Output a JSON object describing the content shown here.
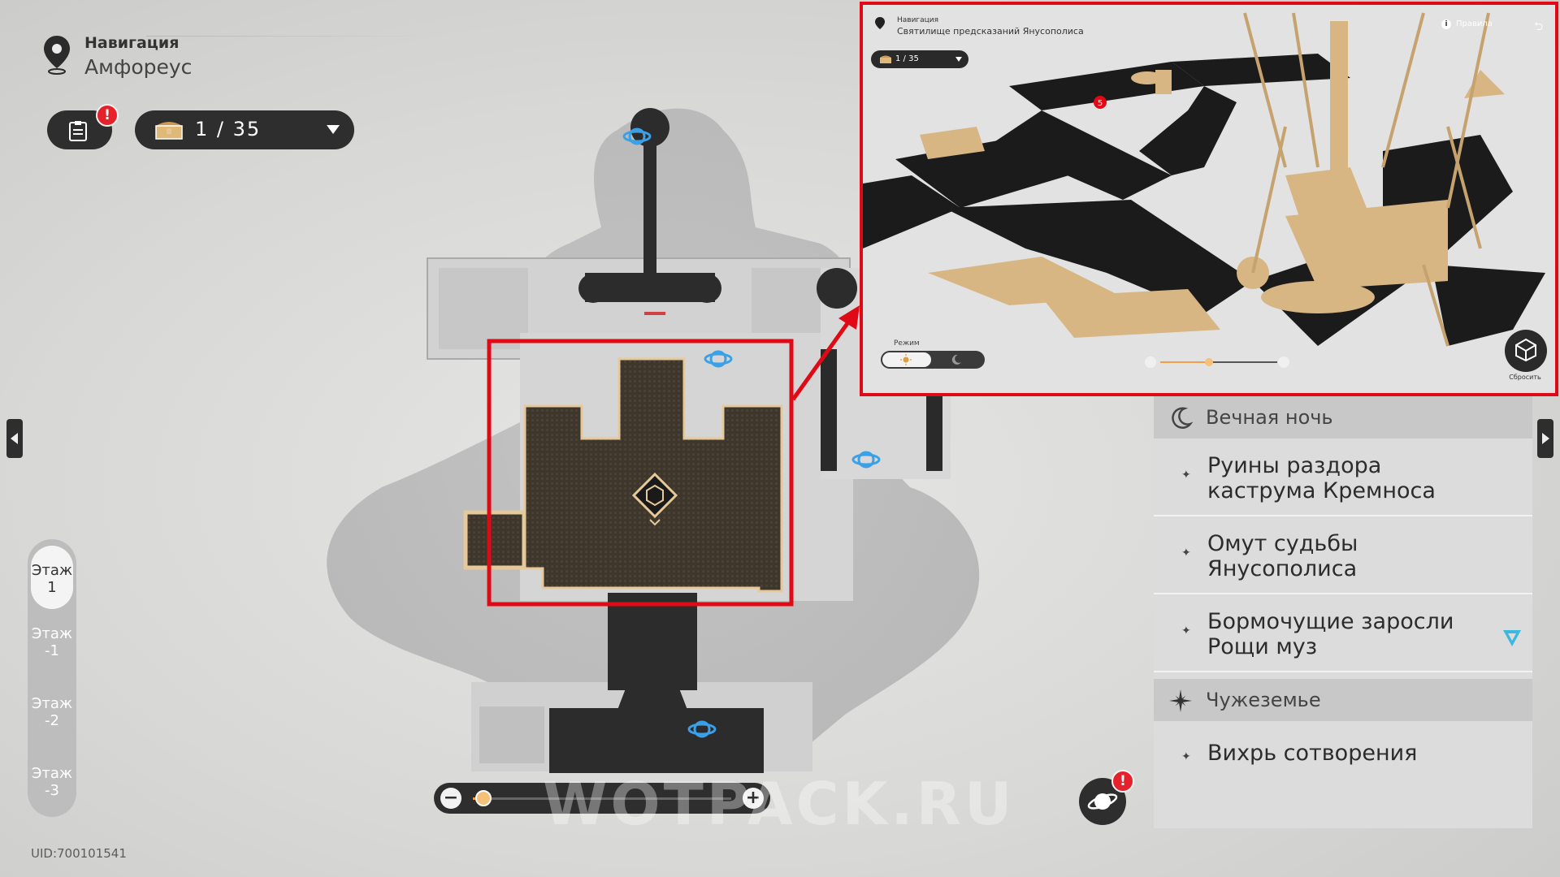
{
  "header": {
    "nav_label": "Навигация",
    "region": "Амфореус"
  },
  "quest_button": {
    "icon": "quest-log-icon",
    "alert": "!"
  },
  "chest_counter": {
    "icon": "treasure-chest-icon",
    "count": "1 / 35",
    "collected": 1,
    "total": 35
  },
  "floors": [
    {
      "label": "Этаж 1",
      "line1": "Этаж",
      "line2": "1",
      "selected": true
    },
    {
      "label": "Этаж -1",
      "line1": "Этаж",
      "line2": "-1",
      "selected": false
    },
    {
      "label": "Этаж -2",
      "line1": "Этаж",
      "line2": "-2",
      "selected": false
    },
    {
      "label": "Этаж -3",
      "line1": "Этаж",
      "line2": "-3",
      "selected": false
    }
  ],
  "uid": "UID:700101541",
  "zoom": {
    "minus": "−",
    "plus": "+",
    "level": 0.04
  },
  "astral_button": {
    "icon": "astral-express-icon",
    "alert": "!"
  },
  "watermark": "WOTPACK.RU",
  "region_list": {
    "group1": {
      "title": "Вечная ночь",
      "icon": "moon-icon"
    },
    "items": [
      {
        "line1": "Руины раздора",
        "line2": "каструма Кремноса",
        "current": false
      },
      {
        "line1": "Омут судьбы",
        "line2": "Янусополиса",
        "current": false
      },
      {
        "line1": "Бормочущие заросли",
        "line2": "Рощи муз",
        "current": true
      }
    ],
    "group2": {
      "title": "Чужеземье",
      "icon": "star-burst-icon"
    },
    "items2": [
      {
        "line1": "Вихрь сотворения",
        "current": false
      }
    ],
    "bullet": "✦"
  },
  "inset": {
    "nav_label": "Навигация",
    "location": "Святилище предсказаний Янусополиса",
    "chest_count": "1 / 35",
    "rules": "Правила",
    "toggle_label": "Режим",
    "reset_label": "Сбросить",
    "marker_number": "5",
    "colors": {
      "frame": "#e00a16",
      "floor": "#1a1a1a",
      "gold": "#d8b683"
    }
  },
  "colors": {
    "panel_dark": "#2e2e2e",
    "alert": "#e5212b",
    "accent_orange": "#f0a04b",
    "highlight_red": "#e00a16",
    "teleport_blue": "#3aa0e8"
  }
}
